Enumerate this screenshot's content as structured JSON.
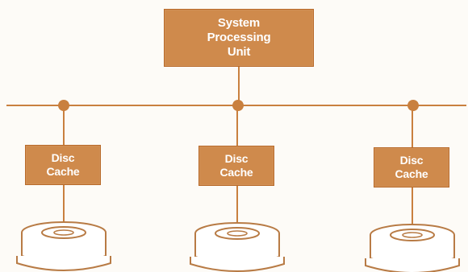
{
  "colors": {
    "box_fill": "#cf8a4c",
    "line": "#c9803f",
    "node": "#c9803f",
    "disk_outline": "#b87b45",
    "disk_fill": "#ffffff",
    "text": "#ffffff"
  },
  "spu": {
    "label": "System\nProcessing\nUnit"
  },
  "caches": [
    {
      "label": "Disc\nCache"
    },
    {
      "label": "Disc\nCache"
    },
    {
      "label": "Disc\nCache"
    }
  ],
  "disks": [
    {
      "icon": "disk-drive-icon"
    },
    {
      "icon": "disk-drive-icon"
    },
    {
      "icon": "disk-drive-icon"
    }
  ]
}
